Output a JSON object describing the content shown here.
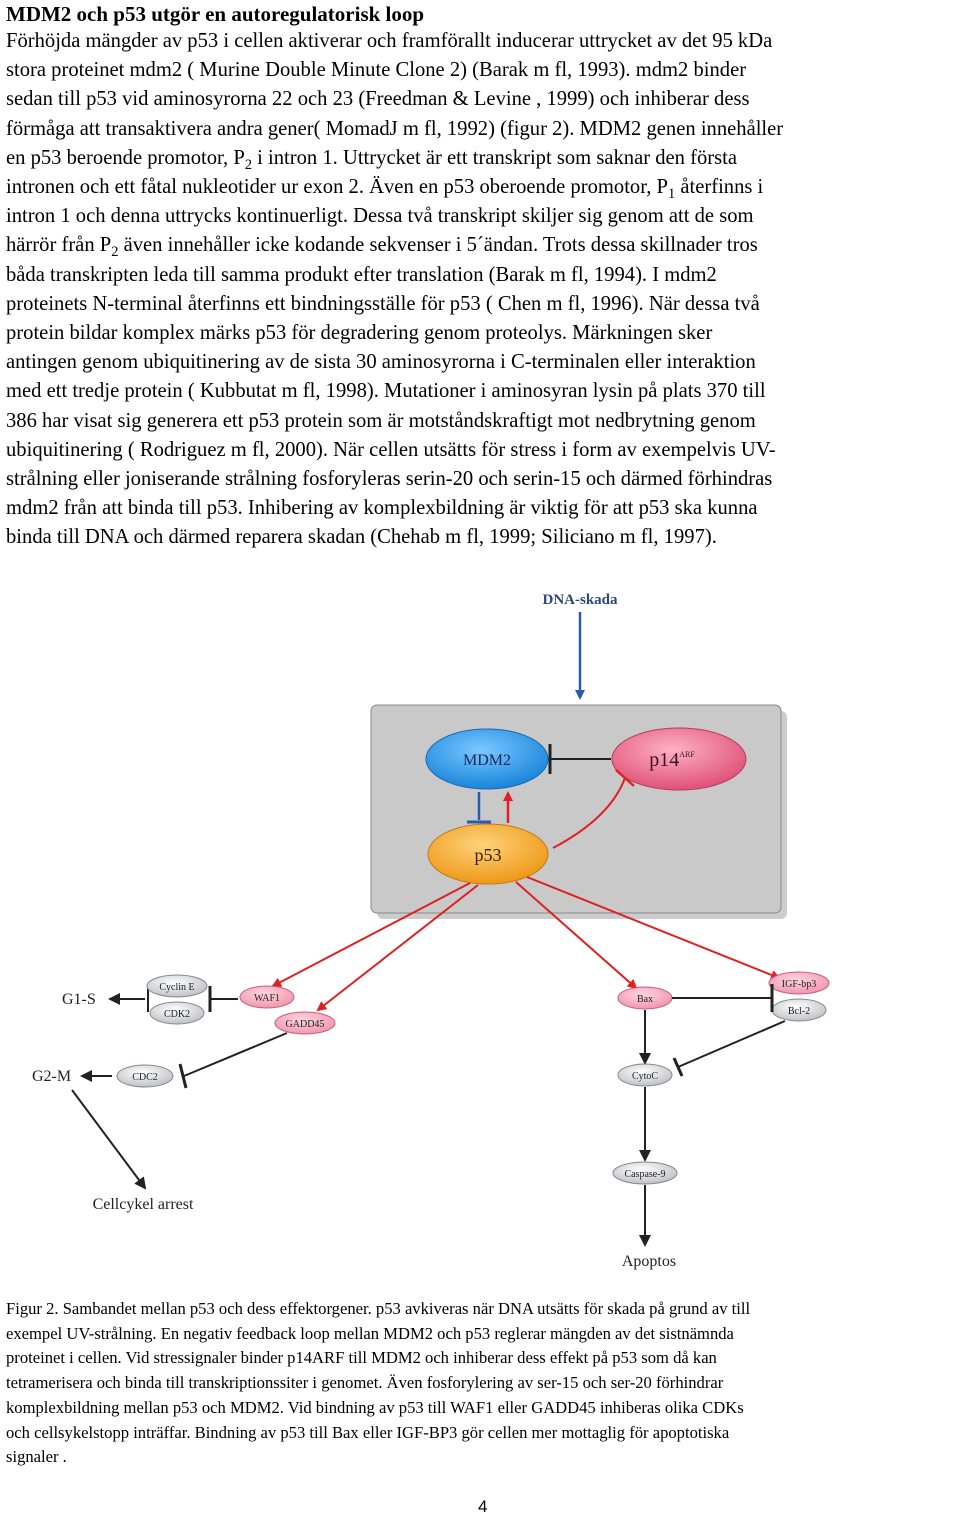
{
  "title": "MDM2 och p53 utgör en autoregulatorisk loop",
  "paragraph": {
    "l1": "Förhöjda mängder av p53 i cellen aktiverar och framförallt inducerar uttrycket av det 95 kDa",
    "l2": "stora proteinet mdm2 ( Murine Double Minute Clone 2) (Barak  m fl, 1993). mdm2 binder",
    "l3": "sedan till p53 vid aminosyrorna 22 och 23 (Freedman   & Levine , 1999) och inhiberar dess",
    "l4": "förmåga att transaktivera andra gener( MomadJ m fl, 1992) (figur 2). MDM2 genen innehåller",
    "l5a": "en p53 beroende promotor, P",
    "l5sub": "2",
    "l5b": "  i intron 1. Uttrycket är ett transkript som saknar den första",
    "l6": "intronen och ett fåtal nukleotider ur exon 2. Även en p53 oberoende promotor, P",
    "l6sub": "1",
    "l6b": " återfinns i",
    "l7": "intron 1 och denna uttrycks kontinuerligt. Dessa två transkript skiljer sig genom att de som",
    "l8a": "härrör från P",
    "l8sub": "2",
    "l8b": " även innehåller icke kodande sekvenser i 5´ändan. Trots dessa skillnader tros",
    "l9": "båda transkripten leda till samma produkt efter translation (Barak  m fl, 1994). I mdm2",
    "l10": "proteinets N-terminal återfinns ett bindningsställe för p53 ( Chen  m fl, 1996). När dessa två",
    "l11": "protein bildar komplex märks p53 för degradering genom proteolys. Märkningen sker",
    "l12": "antingen genom ubiquitinering av de sista 30 aminosyrorna i C-terminalen eller interaktion",
    "l13": "med ett tredje protein ( Kubbutat  m fl, 1998). Mutationer i aminosyran lysin på plats 370 till",
    "l14": "386 har visat sig generera ett p53 protein som är motståndskraftigt mot nedbrytning genom",
    "l15": "ubiquitinering ( Rodriguez  m fl, 2000). När cellen utsätts för stress i form av exempelvis UV-",
    "l16": "strålning eller joniserande strålning fosforyleras serin-20 och serin-15 och därmed förhindras",
    "l17": "mdm2 från att binda till p53. Inhibering av komplexbildning är viktig för att p53 ska kunna",
    "l18": "binda till DNA och därmed reparera skadan (Chehab  m fl, 1999; Siliciano  m fl, 1997)."
  },
  "figure": {
    "dna_damage": "DNA-skada",
    "mdm2": "MDM2",
    "p14": "p14",
    "p14_sup": "ARF",
    "p53": "p53",
    "g1s": "G1-S",
    "g2m": "G2-M",
    "cyclin_e": "Cyclin E",
    "cdk2": "CDK2",
    "waf1": "WAF1",
    "gadd45": "GADD45",
    "cdc2": "CDC2",
    "bax": "Bax",
    "igf_bp3": "IGF-bp3",
    "bcl2": "Bcl-2",
    "cytoc": "CytoC",
    "caspase9": "Caspase-9",
    "cell_cycle_arrest": "Cellcykel arrest",
    "apoptosis": "Apoptos",
    "colors": {
      "mdm2": "#1e90e0",
      "p14": "#e06080",
      "p53": "#f0a020",
      "arrow_red": "#e02020",
      "box": "#c8c8c8"
    }
  },
  "caption": {
    "l1": "Figur 2. Sambandet mellan p53 och dess effektorgener. p53 avkiveras när DNA utsätts för skada på grund av till",
    "l2": "exempel UV-strålning. En negativ feedback loop mellan MDM2 och p53 reglerar mängden av det sistnämnda",
    "l3": "proteinet i cellen. Vid stressignaler binder p14ARF till MDM2 och inhiberar dess effekt på p53 som då kan",
    "l4": "tetramerisera och binda till transkriptionssiter i genomet. Även fosforylering av ser-15 och ser-20 förhindrar",
    "l5": "komplexbildning  mellan p53 och MDM2. Vid bindning av p53 till WAF1 eller GADD45 inhiberas olika CDKs",
    "l6": "och cellsykelstopp inträffar. Bindning av p53 till Bax eller IGF-BP3 gör cellen mer mottaglig för apoptotiska",
    "l7": "signaler ."
  },
  "page_number": "4"
}
